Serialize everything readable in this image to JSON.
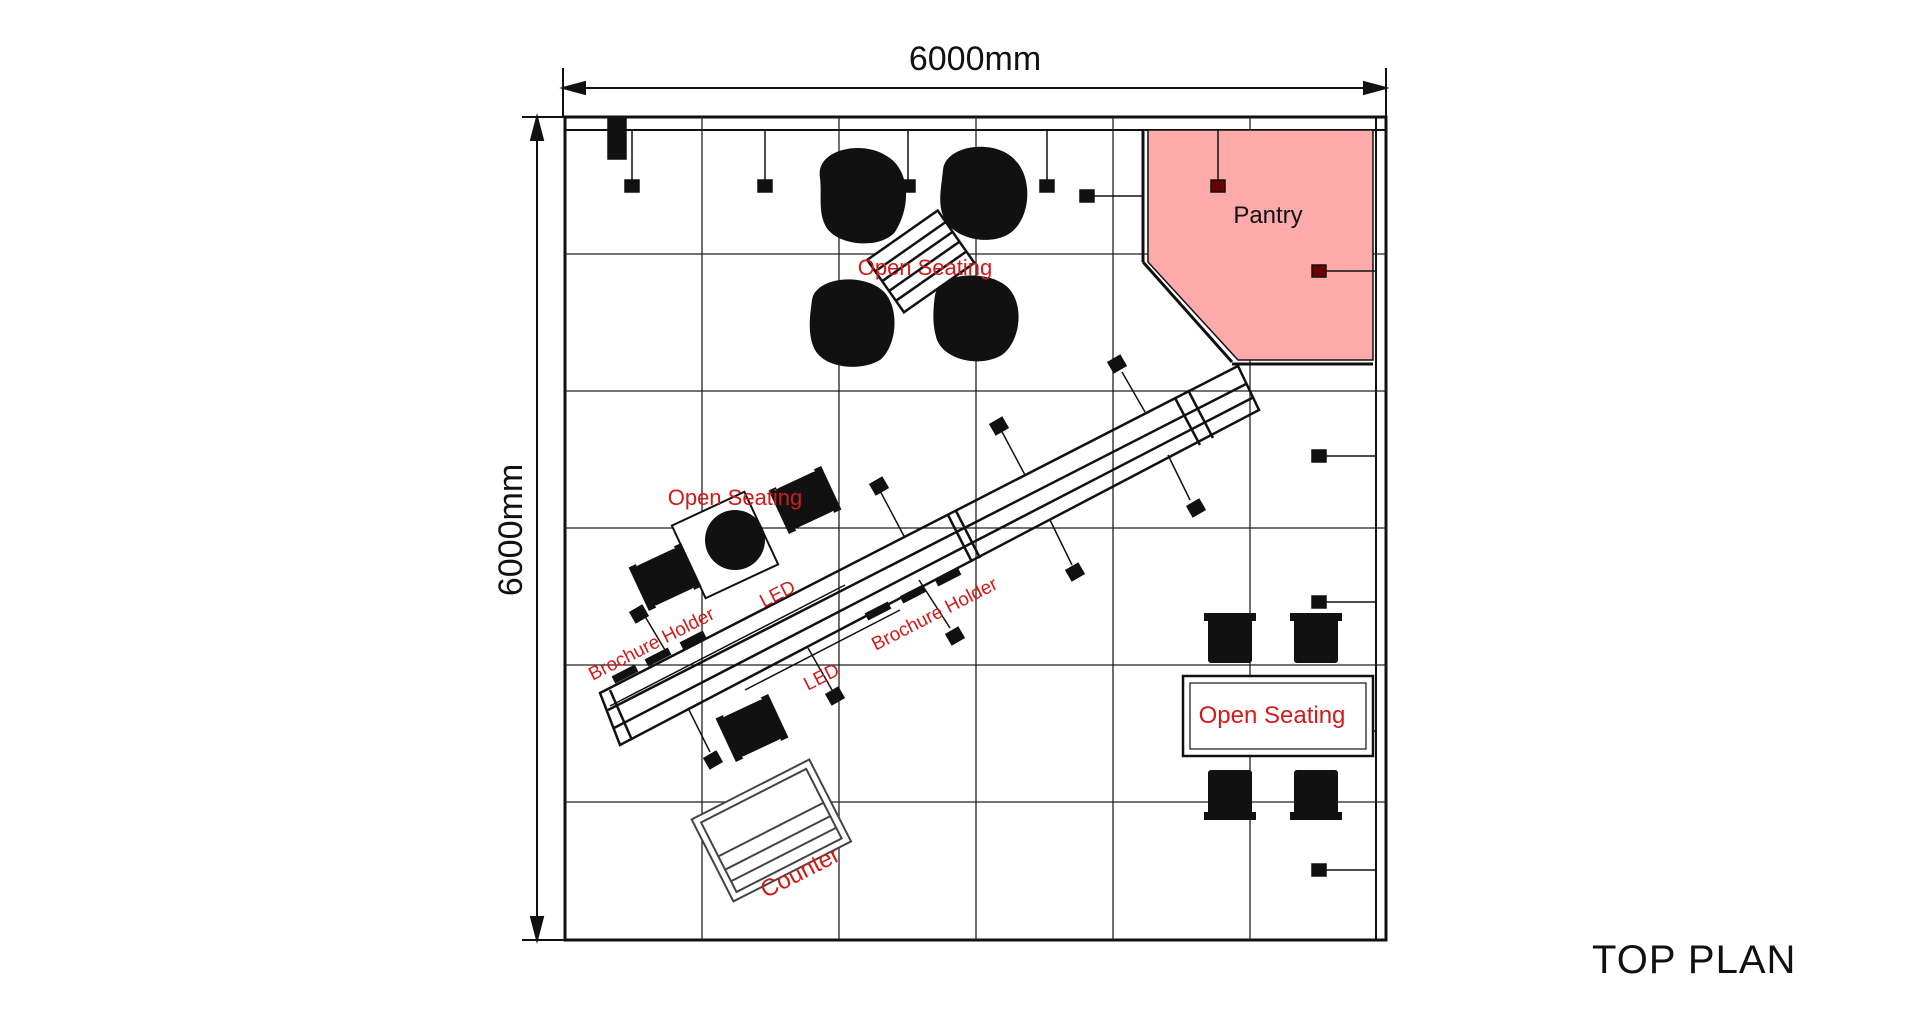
{
  "dimensions": {
    "width_label": "6000mm",
    "height_label": "6000mm"
  },
  "title": "TOP PLAN",
  "zones": {
    "pantry": "Pantry",
    "open_seating_top": "Open Seating",
    "open_seating_left": "Open Seating",
    "open_seating_right": "Open Seating",
    "brochure_holder_left": "Brochure Holder",
    "brochure_holder_right": "Brochure Holder",
    "led_upper": "LED",
    "led_lower": "LED",
    "counter": "Counter"
  },
  "colors": {
    "pantry_fill": "#ffaaaa",
    "label_red": "#d11a1a",
    "line": "#111111",
    "grid": "#222222"
  },
  "grid": {
    "rows": 6,
    "cols": 6
  }
}
